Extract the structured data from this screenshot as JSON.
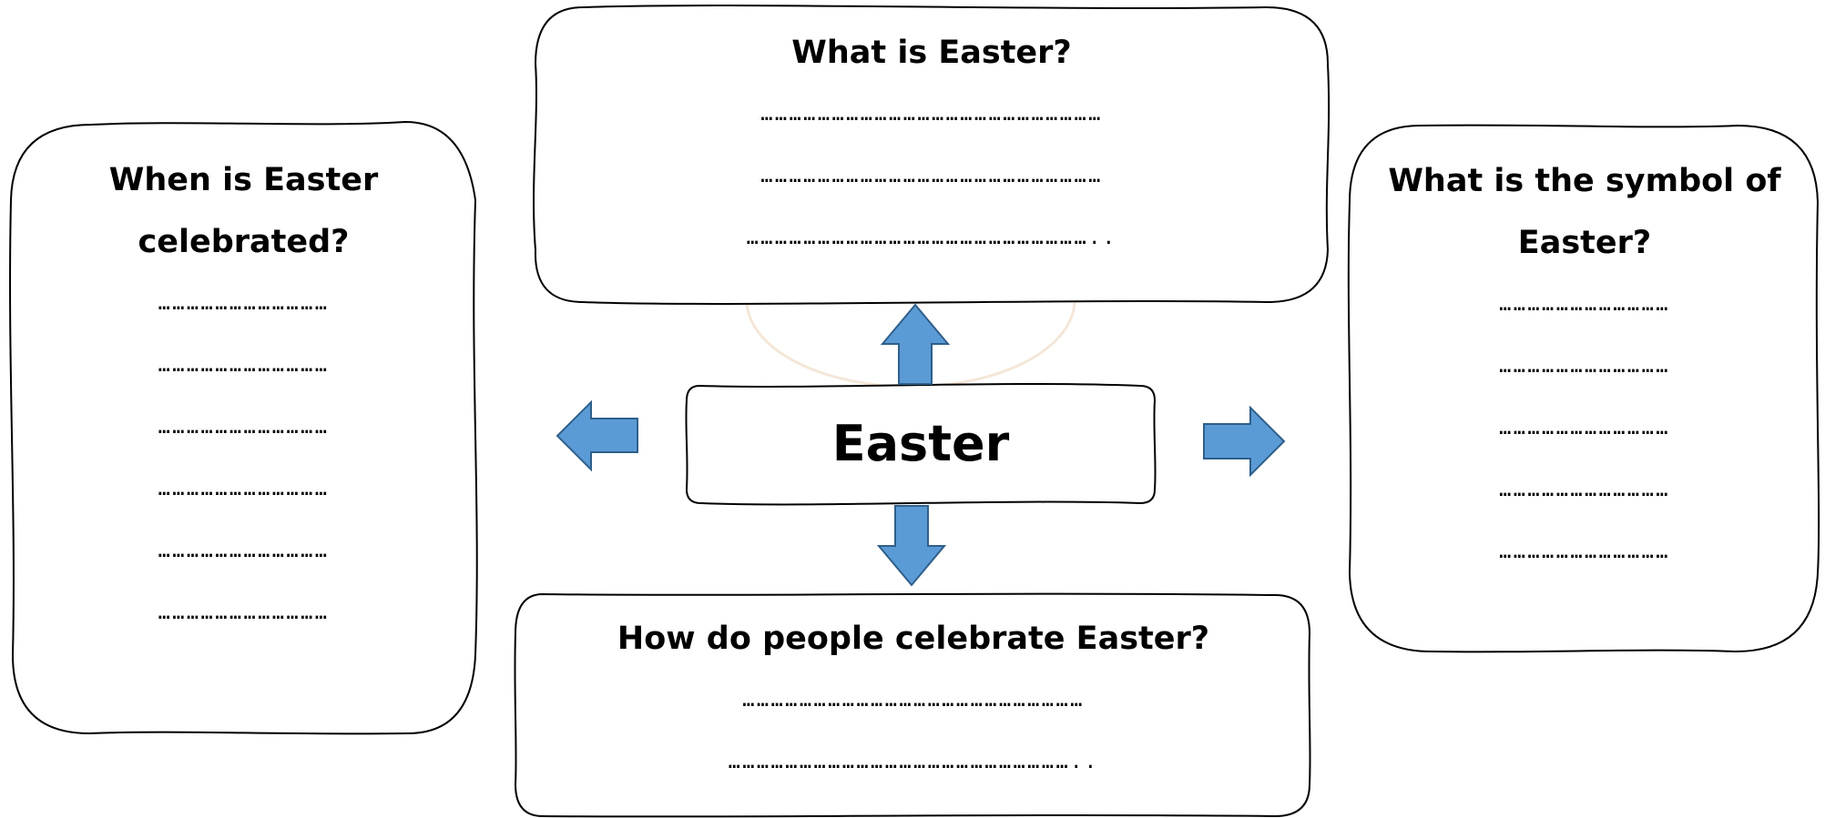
{
  "center": {
    "title": "Easter"
  },
  "top_box": {
    "question": "What is Easter?",
    "lines": [
      "………………………………………………………………",
      "………………………………………………………………",
      "……………………………………………………………….."
    ]
  },
  "left_box": {
    "question_line1": "When is Easter",
    "question_line2": "celebrated?",
    "lines": [
      "………………………………",
      "………………………………",
      "………………………………",
      "………………………………",
      "………………………………",
      "………………………………"
    ]
  },
  "right_box": {
    "question_line1": "What is the symbol of",
    "question_line2": "Easter?",
    "lines": [
      "………………………………",
      "………………………………",
      "………………………………",
      "………………………………",
      "………………………………"
    ]
  },
  "bottom_box": {
    "question": "How do people celebrate Easter?",
    "lines": [
      "………………………………………………………………",
      "……………………………………………………………….."
    ]
  },
  "colors": {
    "arrow_fill": "#5b9bd5",
    "arrow_stroke": "#2f5f8a",
    "watermark": "#e7c9a8"
  }
}
